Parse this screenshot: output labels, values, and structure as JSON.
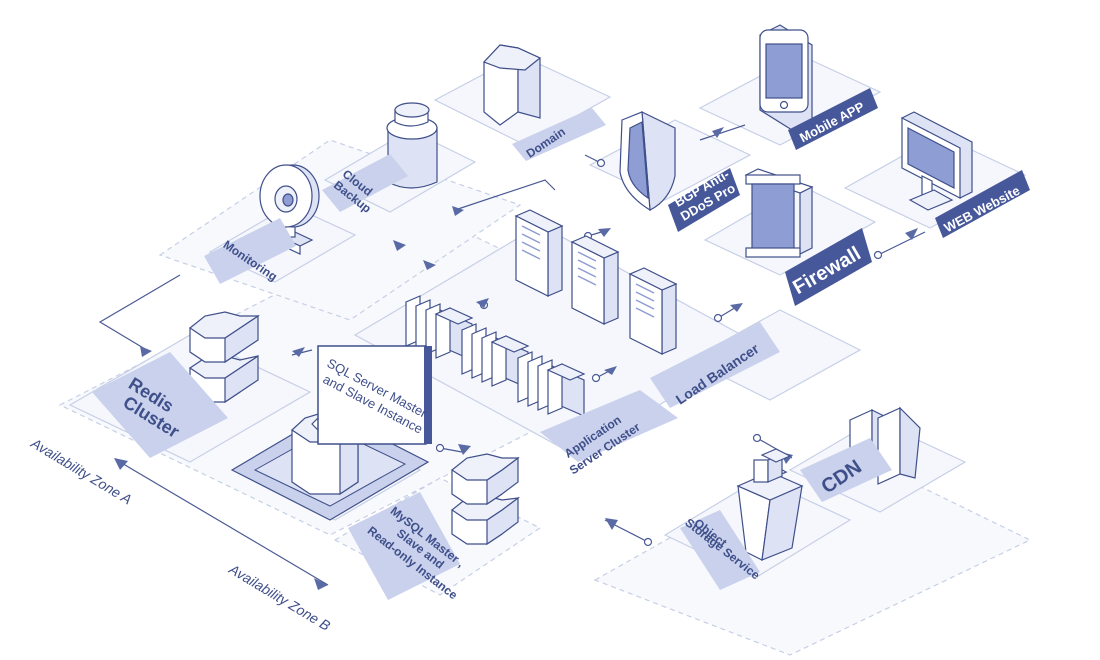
{
  "diagram": {
    "nodes": {
      "domain": "Domain",
      "mobile_app": "Mobile APP",
      "cloud_backup_line1": "Cloud",
      "cloud_backup_line2": "Backup",
      "bgp_line1": "BGP Anti-",
      "bgp_line2": "DDoS Pro",
      "web_website": "WEB Website",
      "monitoring": "Monitoring",
      "firewall": "Firewall",
      "load_balancer": "Load Balancer",
      "sql_line1": "SQL Server Master",
      "sql_line2": "and Slave Instance",
      "redis_line1": "Redis",
      "redis_line2": "Cluster",
      "app_cluster_line1": "Application",
      "app_cluster_line2": "Server Cluster",
      "cdn": "CDN",
      "mysql_line1": "MySQL Master ,",
      "mysql_line2": "Slave and",
      "mysql_line3": "Read-only Instance",
      "oss_line1": "Object",
      "oss_line2": "Storage Service"
    },
    "zones": {
      "zone_a": "Availability Zone A",
      "zone_b": "Availability Zone B"
    },
    "colors": {
      "accent": "#46579a",
      "line": "#4a5a95",
      "platform": "#f5f7fc",
      "strip": "#c9d1ec",
      "screen": "#8e9dd3"
    }
  }
}
